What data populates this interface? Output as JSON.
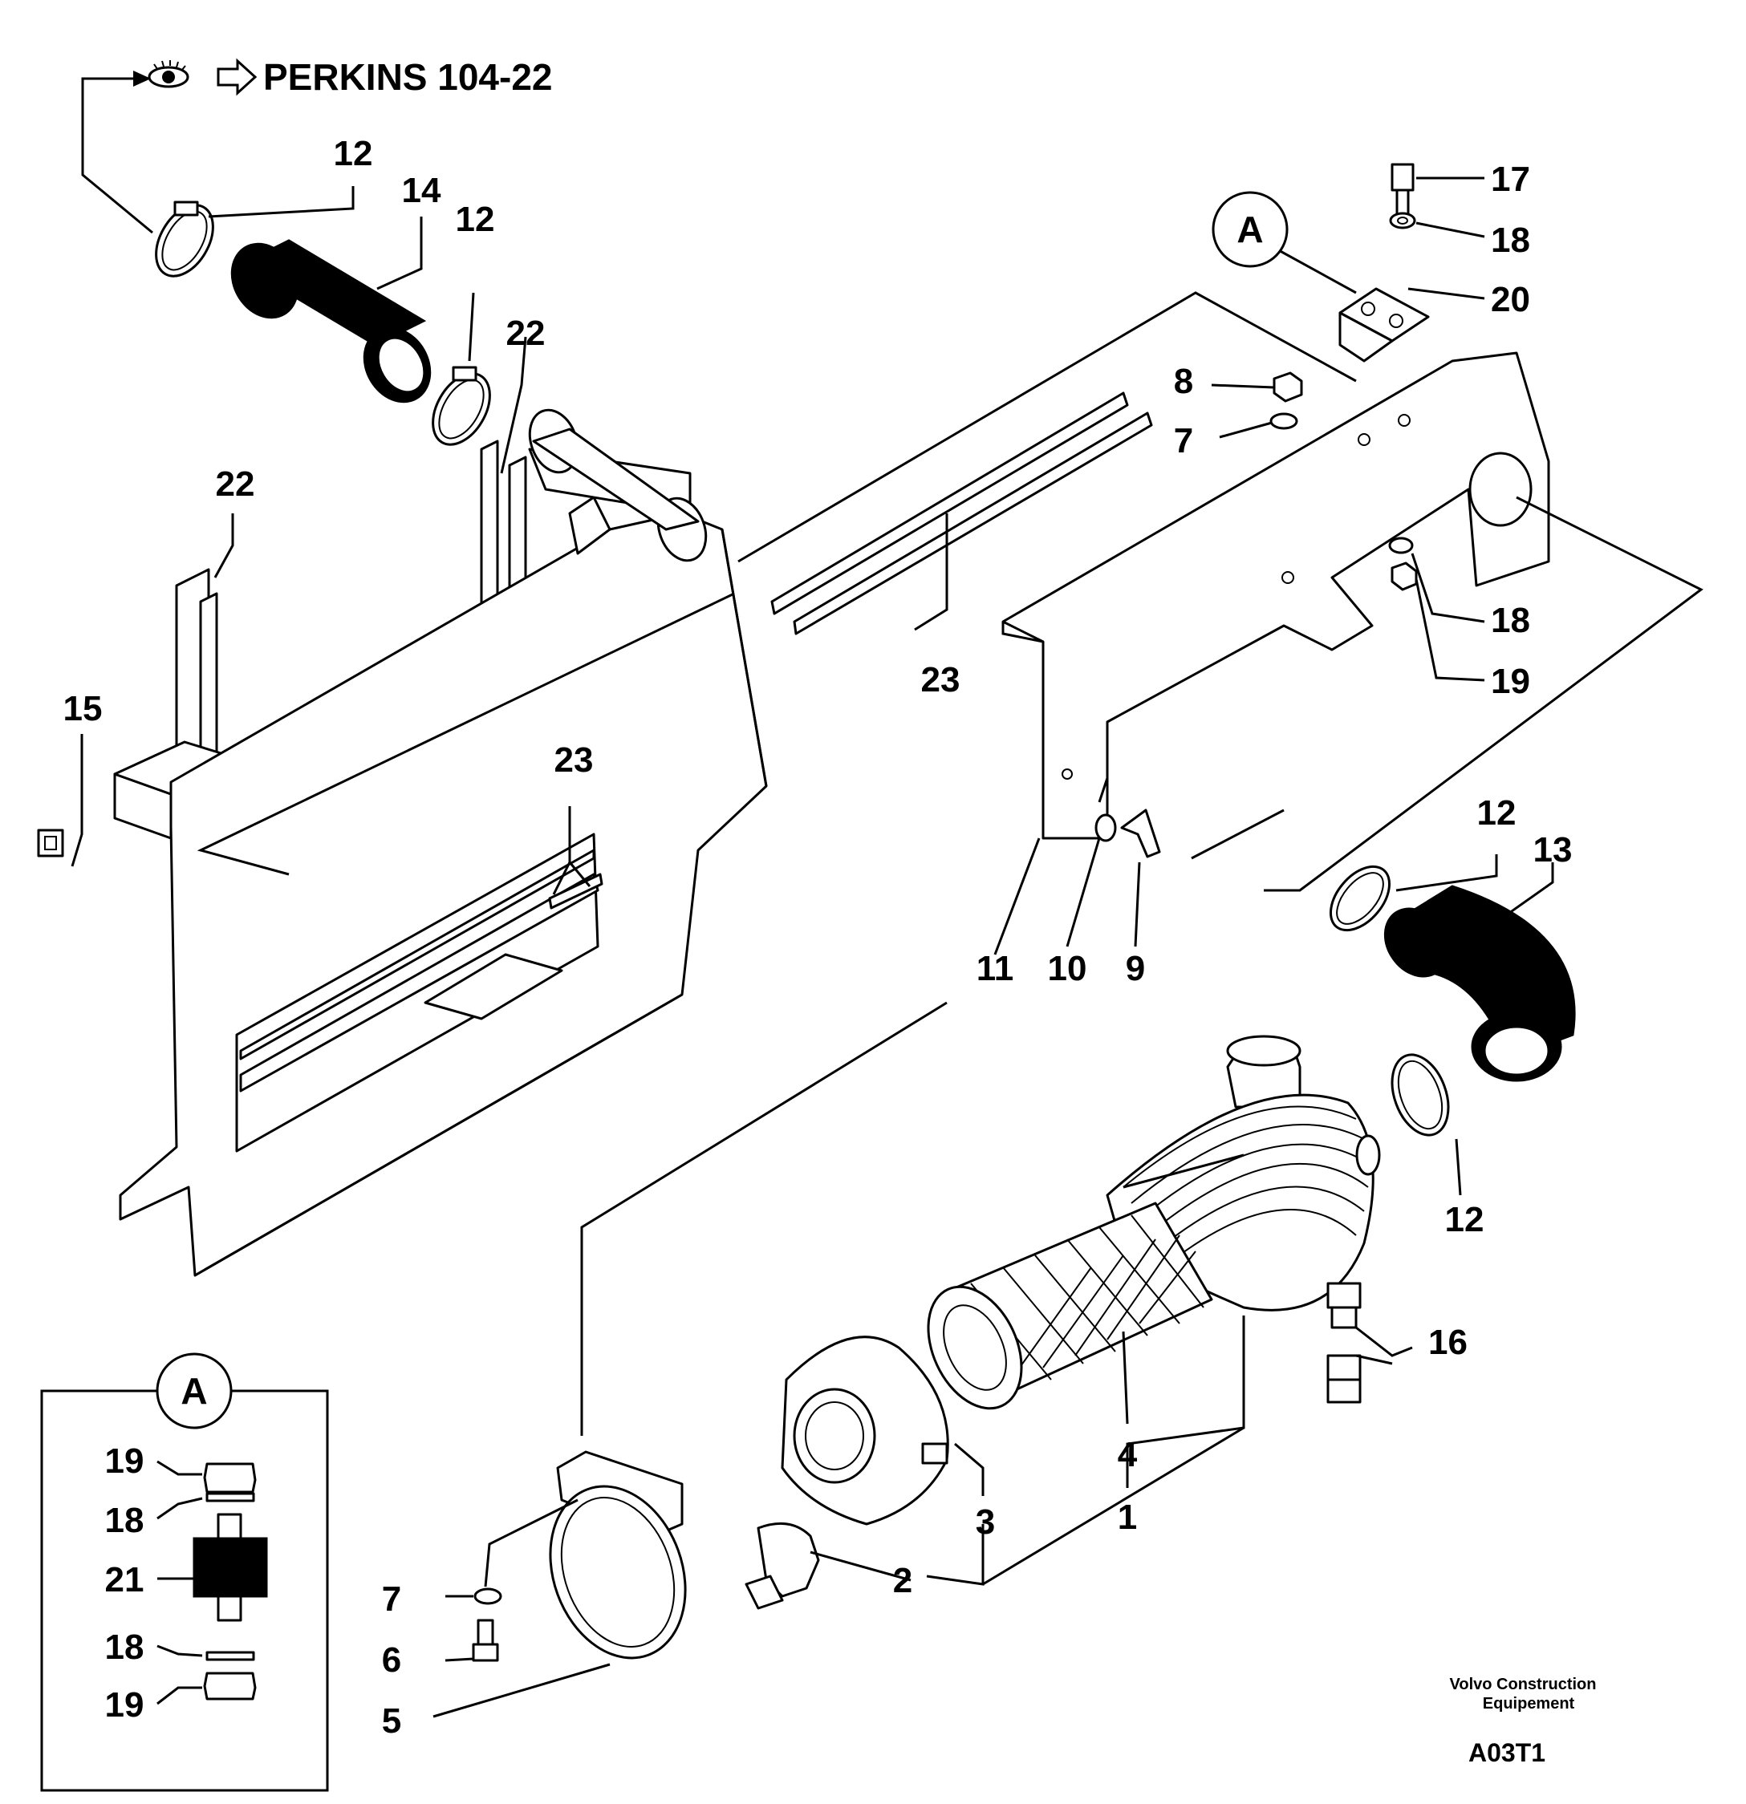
{
  "header": {
    "reference_text": "PERKINS 104-22"
  },
  "callouts": [
    {
      "id": "c12a",
      "text": "12"
    },
    {
      "id": "c14",
      "text": "14"
    },
    {
      "id": "c12b",
      "text": "12"
    },
    {
      "id": "c22a",
      "text": "22"
    },
    {
      "id": "c22b",
      "text": "22"
    },
    {
      "id": "c15",
      "text": "15"
    },
    {
      "id": "c23a",
      "text": "23"
    },
    {
      "id": "c23b",
      "text": "23"
    },
    {
      "id": "c17",
      "text": "17"
    },
    {
      "id": "c18a",
      "text": "18"
    },
    {
      "id": "c20",
      "text": "20"
    },
    {
      "id": "c8",
      "text": "8"
    },
    {
      "id": "c7a",
      "text": "7"
    },
    {
      "id": "c18b",
      "text": "18"
    },
    {
      "id": "c19a",
      "text": "19"
    },
    {
      "id": "c11",
      "text": "11"
    },
    {
      "id": "c10",
      "text": "10"
    },
    {
      "id": "c9",
      "text": "9"
    },
    {
      "id": "c12c",
      "text": "12"
    },
    {
      "id": "c13",
      "text": "13"
    },
    {
      "id": "c12d",
      "text": "12"
    },
    {
      "id": "c16",
      "text": "16"
    },
    {
      "id": "c4",
      "text": "4"
    },
    {
      "id": "c1",
      "text": "1"
    },
    {
      "id": "c3",
      "text": "3"
    },
    {
      "id": "c2",
      "text": "2"
    },
    {
      "id": "c7b",
      "text": "7"
    },
    {
      "id": "c6",
      "text": "6"
    },
    {
      "id": "c5",
      "text": "5"
    }
  ],
  "detail_marker_top": "A",
  "detail_box": {
    "marker": "A",
    "labels": [
      "19",
      "18",
      "21",
      "18",
      "19"
    ]
  },
  "footer": {
    "company_line1": "Volvo Construction",
    "company_line2": "Equipement",
    "figure_code": "A03T1"
  }
}
